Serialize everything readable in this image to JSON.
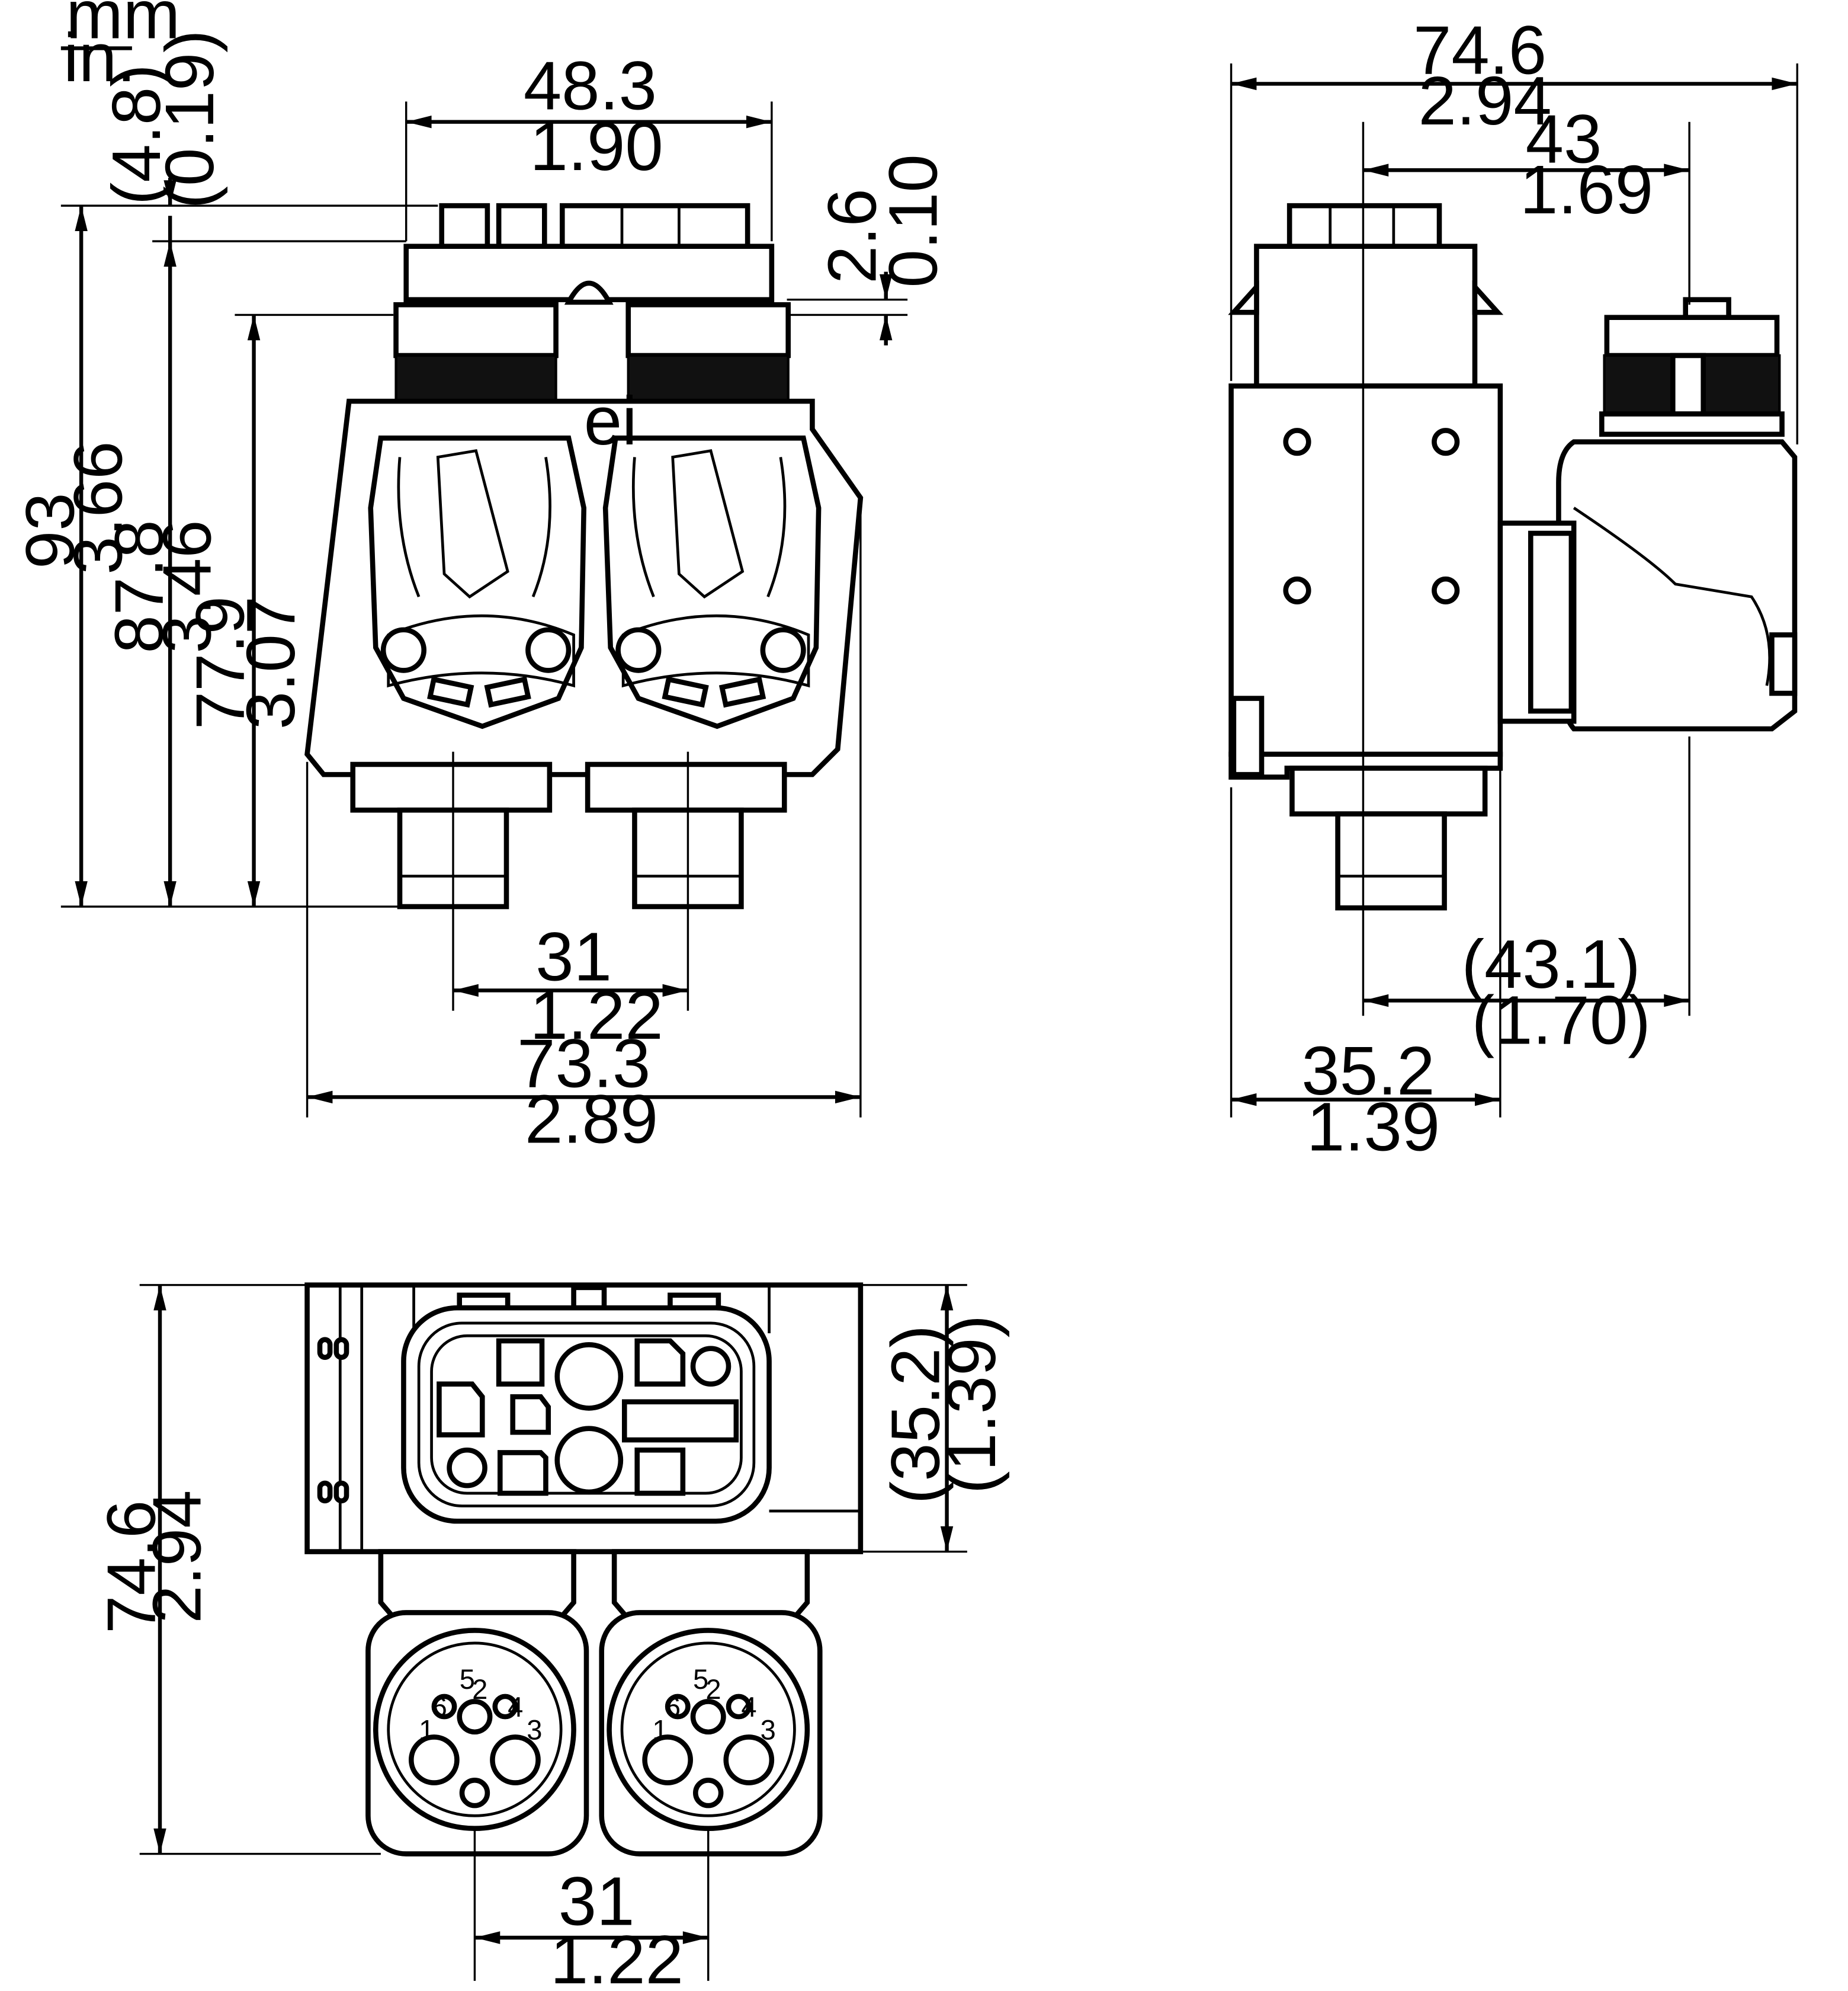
{
  "units": {
    "mm": "mm",
    "in": "in."
  },
  "front_view": {
    "top_offset": {
      "mm": "(4.8)",
      "in": "(0.19)"
    },
    "width_top": {
      "mm": "48.3",
      "in": "1.90"
    },
    "cap_height": {
      "mm": "2.6",
      "in": "0.10"
    },
    "overall_height": {
      "mm": "93",
      "in": "3.66"
    },
    "height_2": {
      "mm": "87.8",
      "in": "3.46"
    },
    "height_3": {
      "mm": "77.9",
      "in": "3.07"
    },
    "pitch": {
      "mm": "31",
      "in": "1.22"
    },
    "overall_width": {
      "mm": "73.3",
      "in": "2.89"
    }
  },
  "side_view": {
    "overall_depth": {
      "mm": "74.6",
      "in": "2.94"
    },
    "offset_top": {
      "mm": "43",
      "in": "1.69"
    },
    "offset_bottom": {
      "mm": "(43.1)",
      "in": "(1.70)"
    },
    "base_depth": {
      "mm": "35.2",
      "in": "1.39"
    }
  },
  "bottom_view": {
    "overall_depth": {
      "mm": "74.6",
      "in": "2.94"
    },
    "base_depth": {
      "mm": "(35.2)",
      "in": "(1.39)"
    },
    "pitch": {
      "mm": "31",
      "in": "1.22"
    },
    "pin_labels": [
      "1",
      "2",
      "3",
      "4",
      "5",
      "6"
    ]
  },
  "logo_letters": "ei"
}
